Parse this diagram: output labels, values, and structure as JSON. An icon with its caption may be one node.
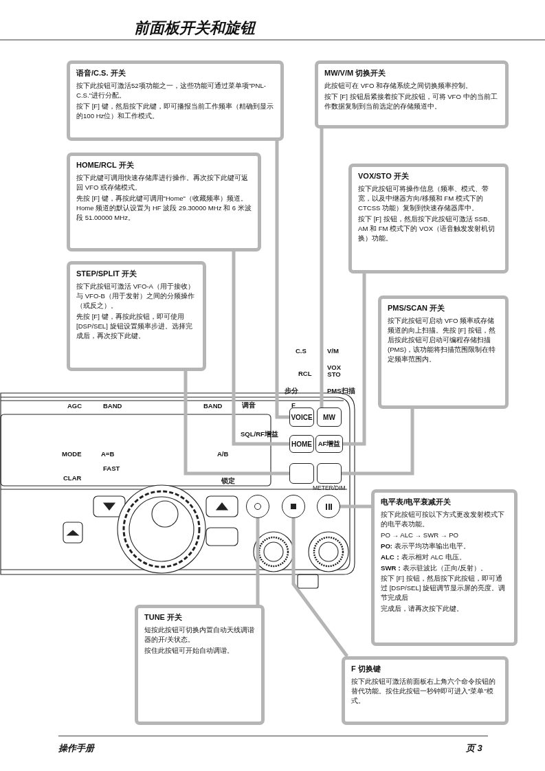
{
  "diagram": {
    "title": "前面板开关和旋钮",
    "nodes": [
      {
        "text": [
          "语音/C.S. 开关",
          "按下此按钮可激活52项功能之一，这些功能可通过菜单项\"PNL-C.S.\"进行分配。",
          "按下 [F] 键，然后按下此键，即可播报当前工作频率（精确到显示的100 Hz位）和工作模式。"
        ]
      },
      {
        "text": [
          "MW/V/M 切换开关",
          "此按钮可在 VFO 和存储系统之间切换频率控制。",
          "按下 [F] 按钮后紧接着按下此按钮，可将 VFO 中的当前工作数据复制到当前选定的存储频道中。"
        ]
      },
      {
        "text": [
          "HOME/RCL 开关",
          "按下此键可调用快速存储库进行操作。再次按下此键可返回 VFO 或存储模式。",
          "先按 [F] 键，再按此键可调用\"Home\"（收藏频率）频道。Home 频道的默认设置为 HF 波段 29.30000 MHz 和 6 米波段 51.00000 MHz。"
        ]
      },
      {
        "text": [
          "VOX/STO 开关",
          "按下此按钮可将操作信息（频率、模式、带宽，以及中继器方向/移频和 FM 模式下的 CTCSS 功能）复制到快速存储器库中。",
          "按下 [F] 按钮，然后按下此按钮可激活 SSB、AM 和 FM 模式下的 VOX（语音触发发射机切换）功能。"
        ]
      },
      {
        "text": [
          "STEP/SPLIT 开关",
          "按下此按钮可激活 VFO-A（用于接收）与 VFO-B（用于发射）之间的分频操作（或反之）。",
          "先按 [F] 键，再按此按钮，即可使用 [DSP/SEL] 旋钮设置频率步进。选择完成后，再次按下此键。"
        ]
      },
      {
        "text": [
          "PMS/SCAN 开关",
          "按下此按钮可启动 VFO 频率或存储频道的向上扫描。先按 [F] 按钮，然后按此按钮可启动可编程存储扫描 (PMS)，该功能将扫描范围限制在特定频率范围内。"
        ]
      },
      {
        "text": [
          "VOICE"
        ]
      },
      {
        "text": [
          "MW"
        ]
      },
      {
        "text": [
          "HOME"
        ]
      },
      {
        "text": [
          "AF增益"
        ]
      },
      {
        "text": [],
        "shape": "box"
      },
      {
        "text": [],
        "shape": "box"
      },
      {
        "text": [],
        "shape": "circle"
      },
      {
        "text": [],
        "shape": "circle"
      },
      {
        "text": [],
        "shape": "circle"
      },
      {
        "text": [
          "电平表/电平衰减开关",
          "按下此按钮可按以下方式更改发射模式下的电平表功能。",
          "PO → ALC → SWR → PO",
          "**PO:** 表示平均功率输出电平。",
          "**ALC：**表示相对 ALC 电压。",
          "**SWR：**表示驻波比（正向/反射）。",
          "按下 [F] 按钮，然后按下此按钮，即可通过 [DSP/SEL] 旋钮调节显示屏的亮度。调节完成后",
          "完成后，请再次按下此键。"
        ]
      },
      {
        "text": [
          "TUNE 开关",
          "短按此按钮可切换内置自动天线调谐器的开/关状态。",
          "按住此按钮可开始自动调谐。"
        ]
      },
      {
        "text": [
          "F 切换键",
          "按下此按钮可激活前面板右上角六个命令按钮的替代功能。按住此按钮一秒钟即可进入\"菜单\"模式。"
        ]
      }
    ],
    "edges": [
      {
        "from": 0,
        "to": 6,
        "arrow": "none"
      },
      {
        "from": 1,
        "to": 7,
        "arrow": "none"
      },
      {
        "from": 2,
        "to": 8,
        "arrow": "none"
      },
      {
        "from": 3,
        "to": 9,
        "arrow": "none"
      },
      {
        "from": 4,
        "to": 10,
        "arrow": "none"
      },
      {
        "from": 5,
        "to": 11,
        "arrow": "none"
      },
      {
        "from": 15,
        "to": 14,
        "arrow": "none"
      },
      {
        "from": 16,
        "to": 12,
        "arrow": "none"
      },
      {
        "from": 17,
        "to": 13,
        "arrow": "none"
      }
    ],
    "labels": [
      "C.S",
      "V/M",
      "RCL",
      "VOX STO",
      "步分",
      "PMS扫描",
      "AGC",
      "BAND",
      "BAND",
      "调音",
      "F",
      "SQL/RF增益",
      "MODE",
      "A=B",
      "A/B",
      "CLAR",
      "FAST",
      "锁定",
      "METER/DIM",
      "操作手册",
      "页 3"
    ]
  }
}
